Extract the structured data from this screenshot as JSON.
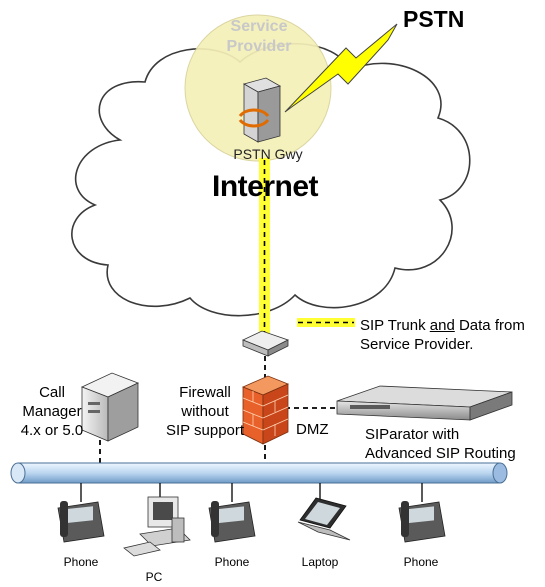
{
  "labels": {
    "service_provider": "Service\nProvider",
    "pstn": "PSTN",
    "pstn_gateway": "PSTN Gwy",
    "internet": "Internet",
    "legend_pre": "SIP Trunk ",
    "legend_and": "and",
    "legend_post": " Data from",
    "legend_line2": "Service Provider.",
    "call_manager": "Call\nManager\n4.x or 5.0",
    "firewall": "Firewall\nwithout\nSIP support",
    "dmz": "DMZ",
    "siparator": "SIParator with\nAdvanced SIP Routing",
    "phone_1": "Phone",
    "pc": "PC",
    "phone_2": "Phone",
    "laptop": "Laptop",
    "phone_3": "Phone"
  },
  "colors": {
    "sip_trunk": "#ffff33",
    "service_provider_circle": "#f5f0b8",
    "firewall": "#e8602a",
    "lan_bus": "#cfe2f3"
  }
}
